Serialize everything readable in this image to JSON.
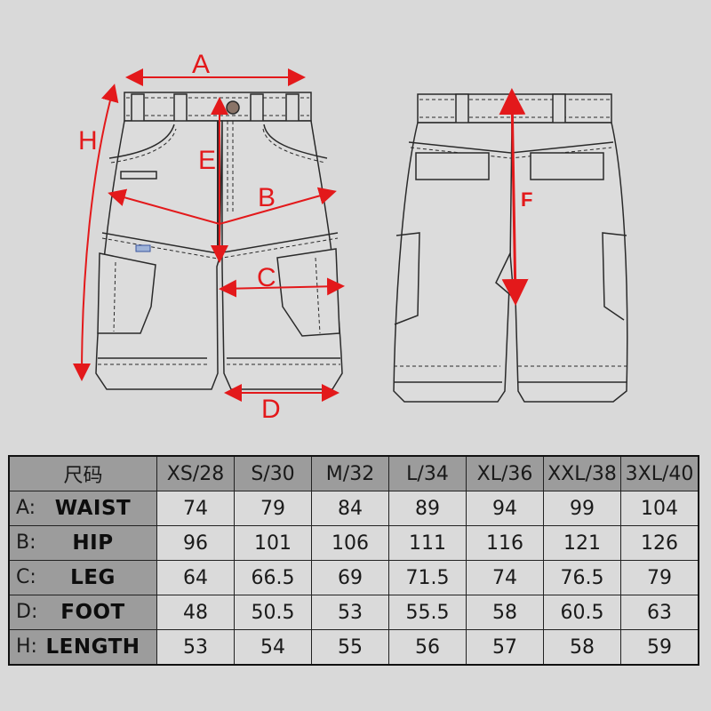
{
  "diagram": {
    "front_view": {
      "measurement_labels": [
        "A",
        "H",
        "E",
        "B",
        "C",
        "D"
      ]
    },
    "back_view": {
      "measurement_labels": [
        "F"
      ]
    },
    "labels": {
      "A": "A",
      "B": "B",
      "C": "C",
      "D": "D",
      "E": "E",
      "F": "F",
      "H": "H"
    },
    "colors": {
      "measurement_line": "#e3191b",
      "background": "#d9d9d9",
      "garment_fill": "#dcdcdc",
      "outline": "#2a2a2a",
      "button": "#8a7468",
      "tag": "#3a56a0"
    }
  },
  "size_table": {
    "header": {
      "label": "尺码",
      "sizes": [
        "XS/28",
        "S/30",
        "M/32",
        "L/34",
        "XL/36",
        "XXL/38",
        "3XL/40"
      ]
    },
    "rows": [
      {
        "letter": "A:",
        "name": "WAIST",
        "values": [
          "74",
          "79",
          "84",
          "89",
          "94",
          "99",
          "104"
        ]
      },
      {
        "letter": "B:",
        "name": "HIP",
        "values": [
          "96",
          "101",
          "106",
          "111",
          "116",
          "121",
          "126"
        ]
      },
      {
        "letter": "C:",
        "name": "LEG",
        "values": [
          "64",
          "66.5",
          "69",
          "71.5",
          "74",
          "76.5",
          "79"
        ]
      },
      {
        "letter": "D:",
        "name": "FOOT",
        "values": [
          "48",
          "50.5",
          "53",
          "55.5",
          "58",
          "60.5",
          "63"
        ]
      },
      {
        "letter": "H:",
        "name": "LENGTH",
        "values": [
          "53",
          "54",
          "55",
          "56",
          "57",
          "58",
          "59"
        ]
      }
    ],
    "colors": {
      "header_bg": "#9c9c9c",
      "cell_bg": "#dadada",
      "border": "#111111"
    }
  }
}
